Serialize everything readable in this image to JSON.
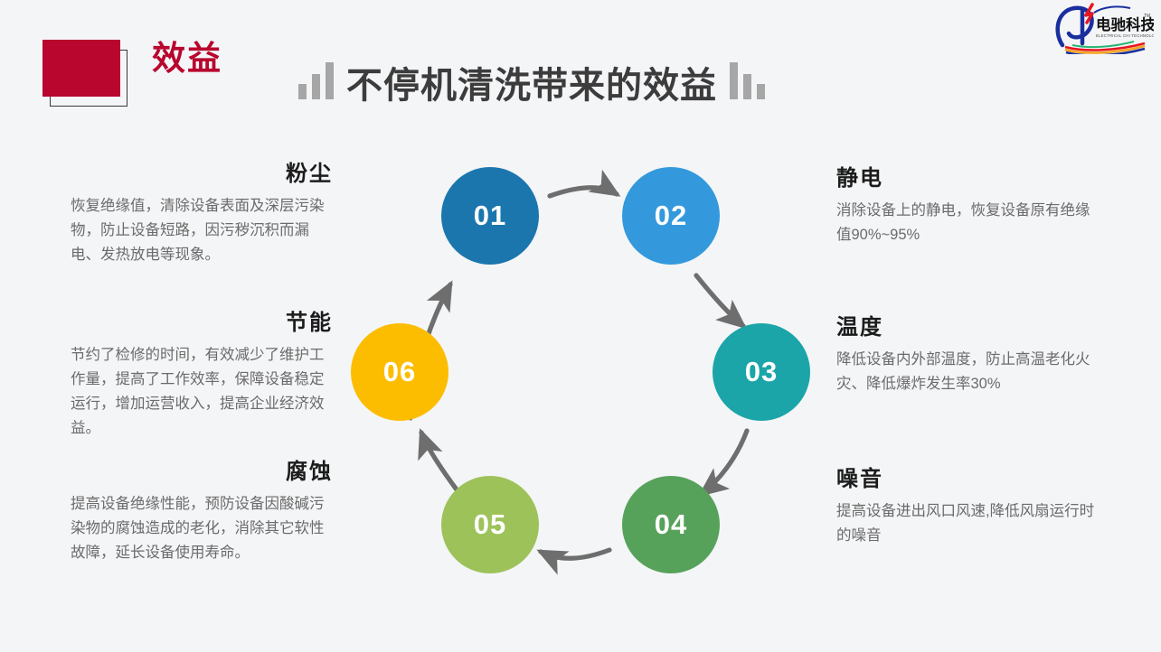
{
  "header": {
    "kicker": "效益",
    "title": "不停机清洗带来的效益",
    "kicker_color": "#b8062e",
    "title_color": "#3c3c3c",
    "decor_left": "bar-chart-ascending",
    "decor_right": "bar-chart-descending"
  },
  "logo": {
    "name": "电驰科技",
    "cn": "电驰科技",
    "en": "ELECTRICAL CHI TECHNOLOGY",
    "tm": "TM",
    "mark_color": "#1a2f9e"
  },
  "background": "#f4f5f7",
  "arrow_color": "#6e6e6e",
  "cycle": {
    "nodes": [
      {
        "number": "01",
        "color": "#1b76ae",
        "topic": "粉尘"
      },
      {
        "number": "02",
        "color": "#3399dc",
        "topic": "静电"
      },
      {
        "number": "03",
        "color": "#1ba5a8",
        "topic": "温度"
      },
      {
        "number": "04",
        "color": "#57a25b",
        "topic": "噪音"
      },
      {
        "number": "05",
        "color": "#9dc259",
        "topic": "腐蚀"
      },
      {
        "number": "06",
        "color": "#fcbd00",
        "topic": "节能"
      }
    ]
  },
  "blocks": {
    "dust": {
      "title": "粉尘",
      "body": "恢复绝缘值，清除设备表面及深层污染物，防止设备短路，因污秽沉积而漏电、发热放电等现象。"
    },
    "energy": {
      "title": "节能",
      "body": "节约了检修的时间，有效减少了维护工作量，提高了工作效率，保障设备稳定运行，增加运营收入，提高企业经济效益。"
    },
    "corrosion": {
      "title": "腐蚀",
      "body": "提高设备绝缘性能，预防设备因酸碱污染物的腐蚀造成的老化，消除其它软性故障，延长设备使用寿命。"
    },
    "static": {
      "title": "静电",
      "body": "消除设备上的静电，恢复设备原有绝缘值90%~95%"
    },
    "temperature": {
      "title": "温度",
      "body": "降低设备内外部温度，防止高温老化火灾、降低爆炸发生率30%"
    },
    "noise": {
      "title": "噪音",
      "body": "提高设备进出风口风速,降低风扇运行时的噪音"
    }
  }
}
